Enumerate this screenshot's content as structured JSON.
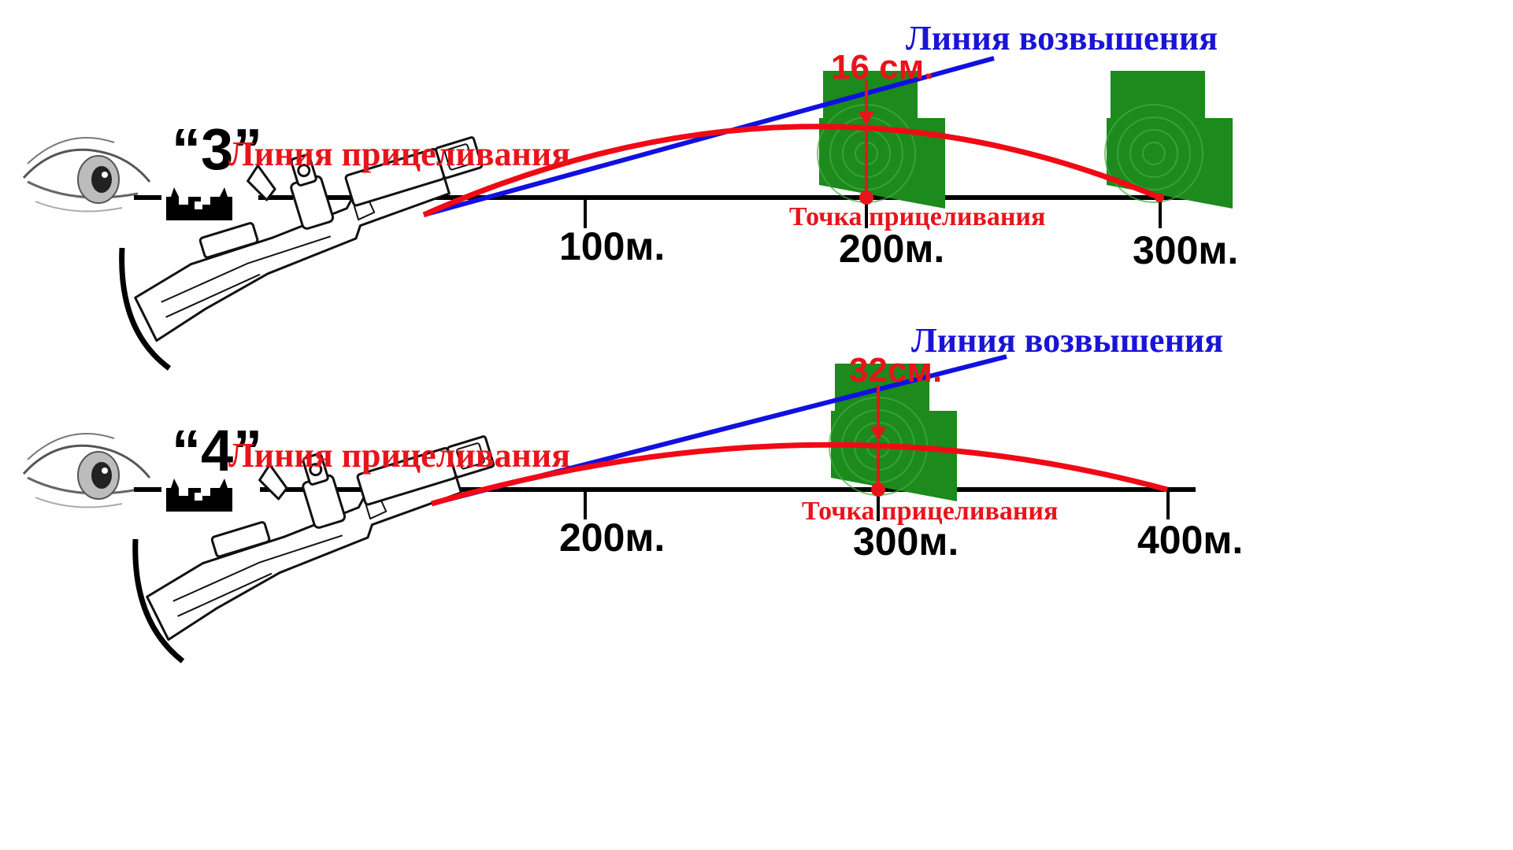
{
  "panels": [
    {
      "sight_setting": "“3”",
      "aiming_line_label": "Линия прицеливания",
      "elevation_line_label": "Линия возвышения",
      "drop_label": "16 см.",
      "aim_point_label": "Точка прицеливания",
      "distances": [
        "100м.",
        "200м.",
        "300м."
      ]
    },
    {
      "sight_setting": "“4”",
      "aiming_line_label": "Линия прицеливания",
      "elevation_line_label": "Линия возвышения",
      "drop_label": "32см.",
      "aim_point_label": "Точка прицеливания",
      "distances": [
        "200м.",
        "300м.",
        "400м."
      ]
    }
  ],
  "colors": {
    "trajectory": "#f00a16",
    "elevation_line": "#1010e0",
    "aim_line": "#000000",
    "target": "#1c8a1c",
    "labels_red": "#e8141b",
    "labels_blue": "#1a14d6"
  }
}
